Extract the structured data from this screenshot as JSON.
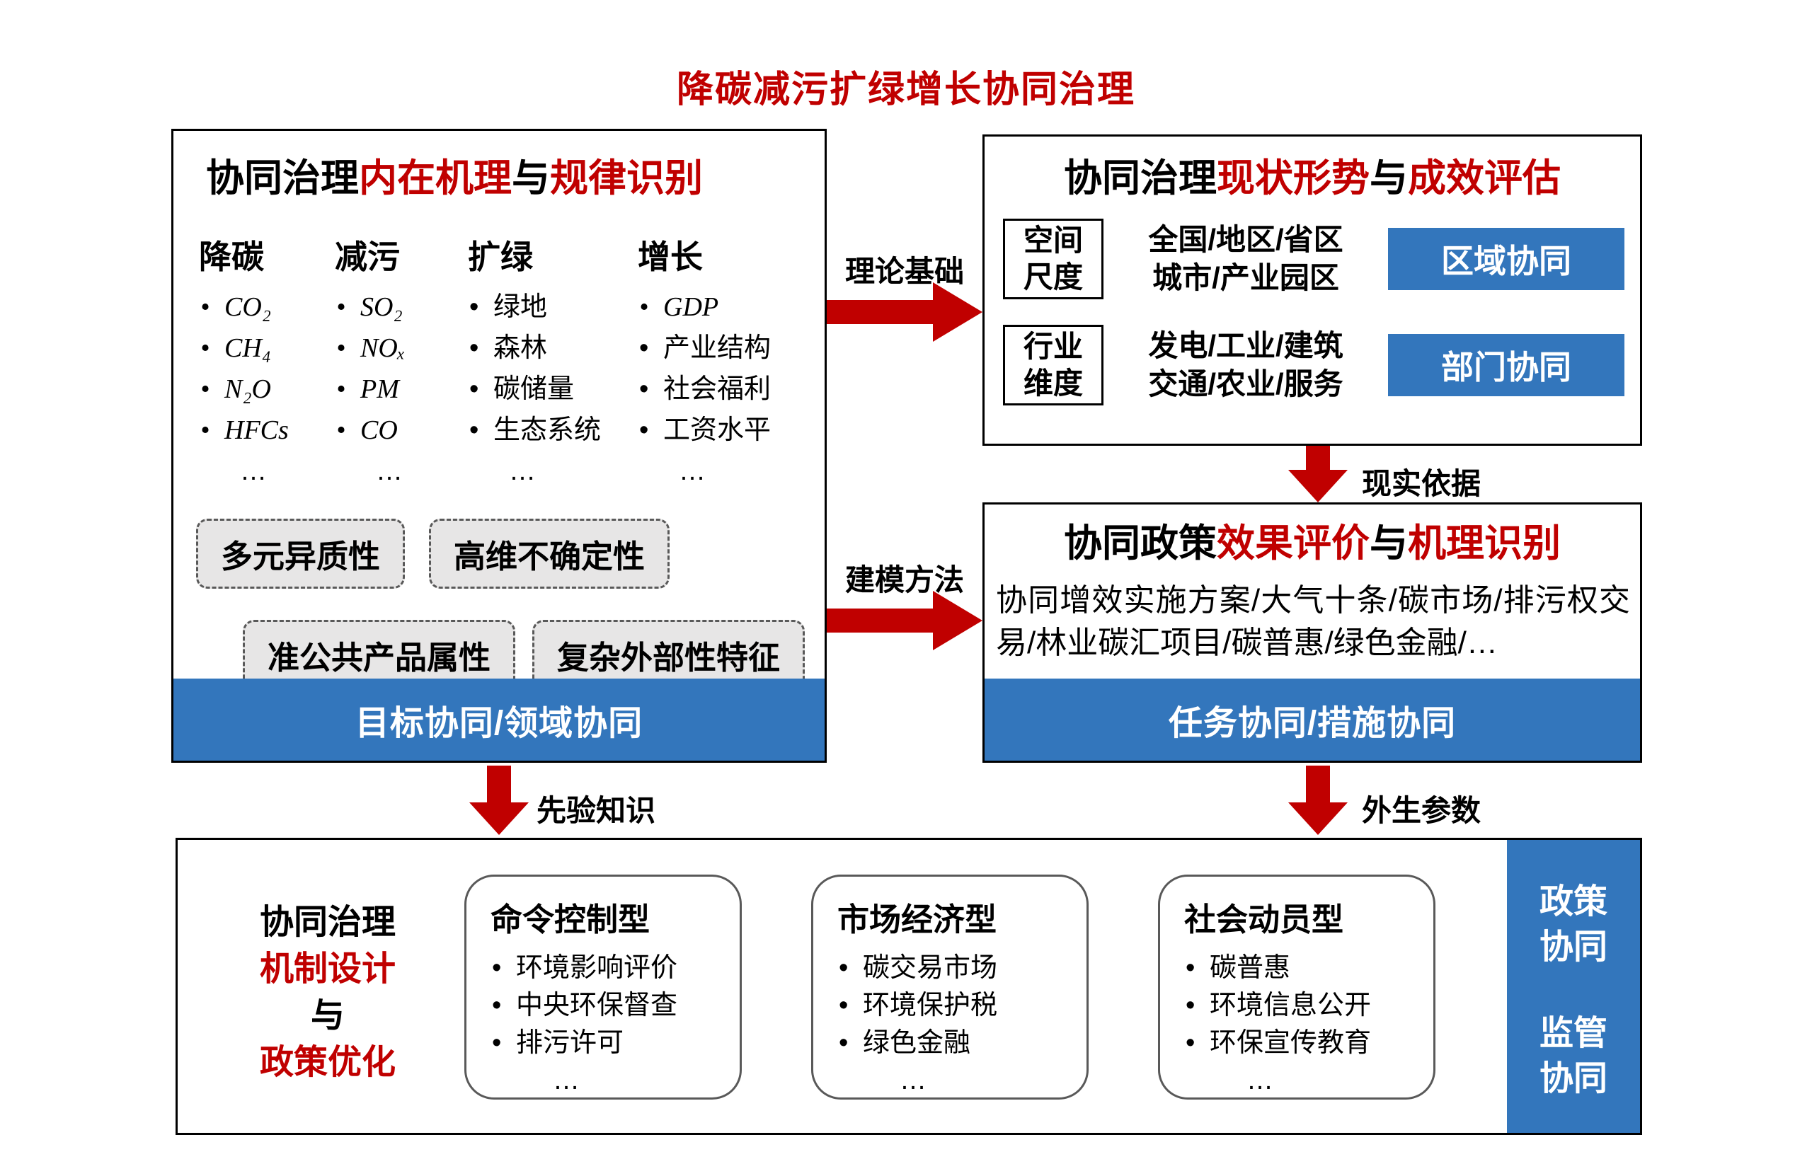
{
  "title": "降碳减污扩绿增长协同治理",
  "colors": {
    "accent_red": "#c00000",
    "accent_blue": "#3376bc",
    "tag_fill": "#e7e6e6"
  },
  "arrows": {
    "theory": "理论基础",
    "modeling": "建模方法",
    "reality": "现实依据",
    "prior": "先验知识",
    "exogenous": "外生参数"
  },
  "mechanism_box": {
    "title": {
      "p1": "协同治理",
      "p2": "内在机理",
      "p3": "与",
      "p4": "规律识别"
    },
    "columns": [
      {
        "header": "降碳",
        "items": [
          "CO₂",
          "CH₄",
          "N₂O",
          "HFCs"
        ],
        "more": "…"
      },
      {
        "header": "减污",
        "items": [
          "SO₂",
          "NOₓ",
          "PM",
          "CO"
        ],
        "more": "…"
      },
      {
        "header": "扩绿",
        "items": [
          "绿地",
          "森林",
          "碳储量",
          "生态系统"
        ],
        "more": "…"
      },
      {
        "header": "增长",
        "items": [
          "GDP",
          "产业结构",
          "社会福利",
          "工资水平"
        ],
        "more": "…"
      }
    ],
    "tags": [
      "多元异质性",
      "高维不确定性",
      "准公共产品属性",
      "复杂外部性特征"
    ],
    "footer": "目标协同/领域协同"
  },
  "status_box": {
    "title": {
      "p1": "协同治理",
      "p2": "现状形势",
      "p3": "与",
      "p4": "成效评估"
    },
    "rows": [
      {
        "label1": "空间",
        "label2": "尺度",
        "text1": "全国/地区/省区",
        "text2": "城市/产业园区",
        "button": "区域协同"
      },
      {
        "label1": "行业",
        "label2": "维度",
        "text1": "发电/工业/建筑",
        "text2": "交通/农业/服务",
        "button": "部门协同"
      }
    ]
  },
  "policy_box": {
    "title": {
      "p1": "协同政策",
      "p2": "效果评价",
      "p3": "与",
      "p4": "机理识别"
    },
    "body": "协同增效实施方案/大气十条/碳市场/排污权交易/林业碳汇项目/碳普惠/绿色金融/…",
    "footer": "任务协同/措施协同"
  },
  "design_box": {
    "heading": {
      "l1": "协同治理",
      "l2": "机制设计",
      "l3": "与",
      "l4": "政策优化"
    },
    "cards": [
      {
        "title": "命令控制型",
        "items": [
          "环境影响评价",
          "中央环保督查",
          "排污许可"
        ],
        "more": "…"
      },
      {
        "title": "市场经济型",
        "items": [
          "碳交易市场",
          "环境保护税",
          "绿色金融"
        ],
        "more": "…"
      },
      {
        "title": "社会动员型",
        "items": [
          "碳普惠",
          "环境信息公开",
          "环保宣传教育"
        ],
        "more": "…"
      }
    ],
    "sidebar": [
      "政策协同",
      "监管协同"
    ]
  }
}
